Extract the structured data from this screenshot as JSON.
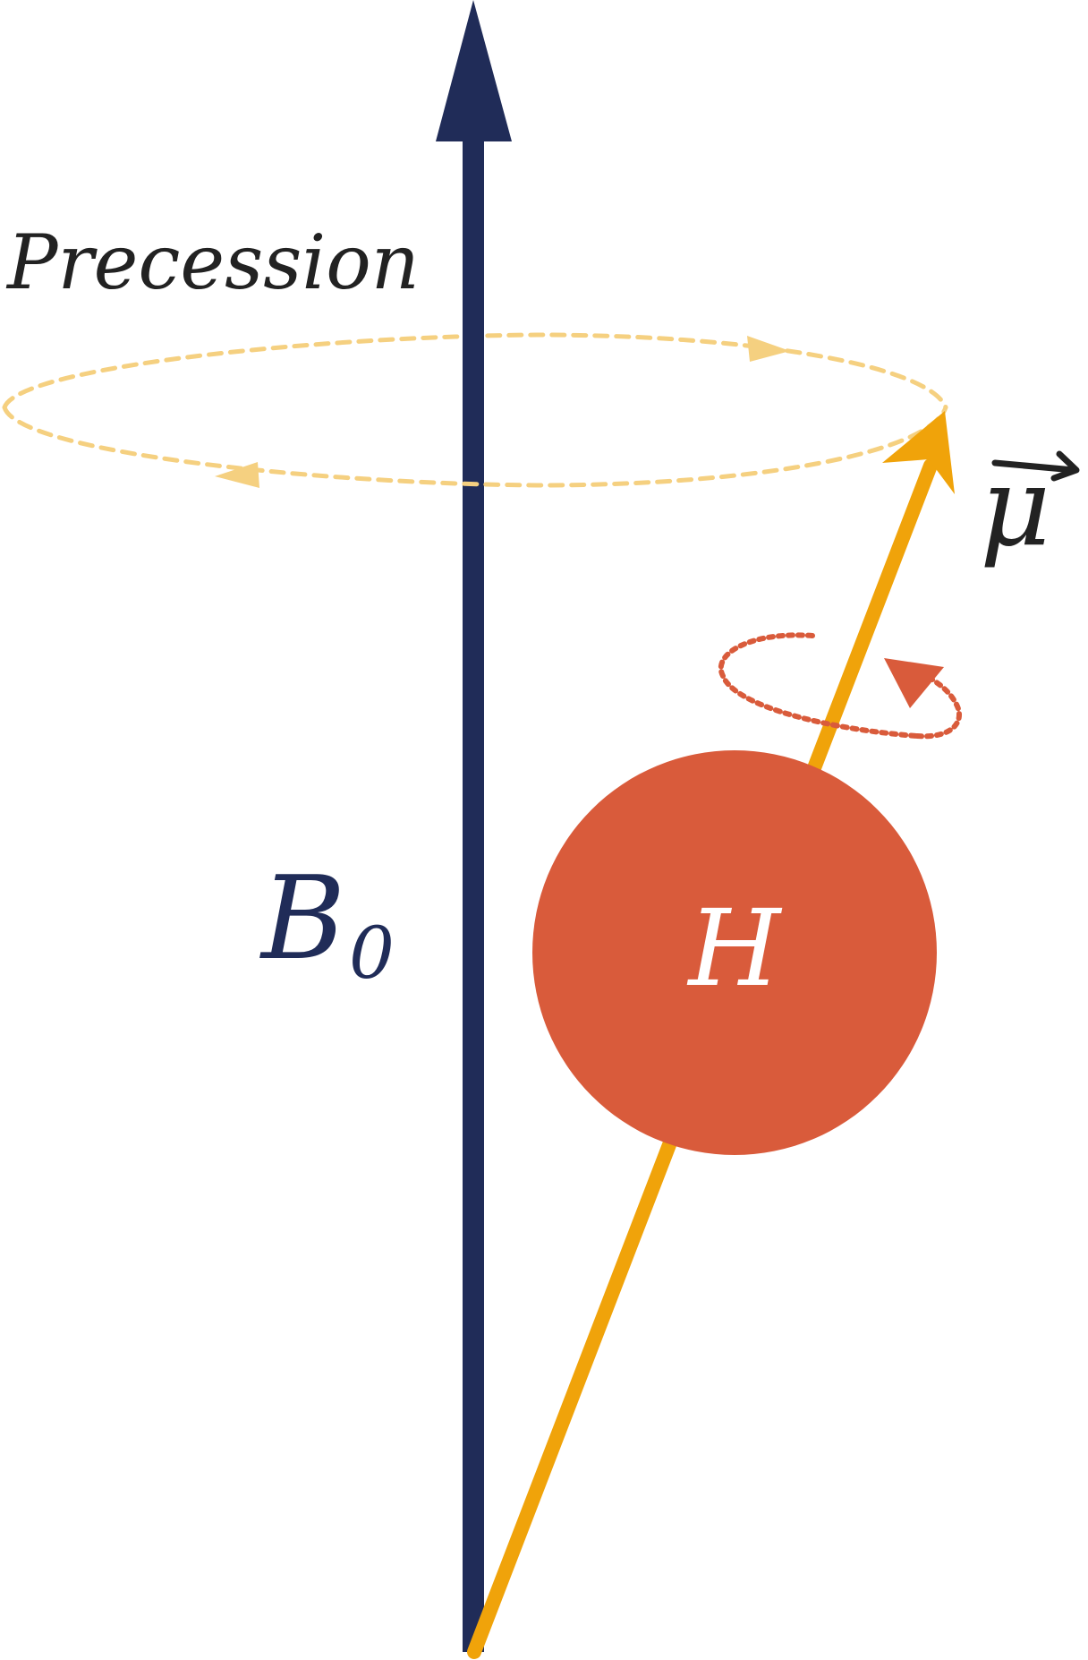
{
  "labels": {
    "precession": "Precession",
    "field_symbol": "B",
    "field_subscript": "0",
    "nucleus": "H",
    "moment_symbol": "μ"
  },
  "colors": {
    "field_arrow": "#202c58",
    "moment_arrow": "#f0a30a",
    "nucleus": "#d95b3b",
    "precession_path": "#f5d080",
    "spin_path": "#d95b3b",
    "text": "#222222",
    "nucleus_text": "#ffffff"
  },
  "icons": {
    "field_arrow": "vertical-arrow-icon",
    "moment_arrow": "tilted-arrow-icon",
    "precession_orbit": "dashed-ellipse-icon",
    "spin_orbit": "dotted-ellipse-icon"
  }
}
